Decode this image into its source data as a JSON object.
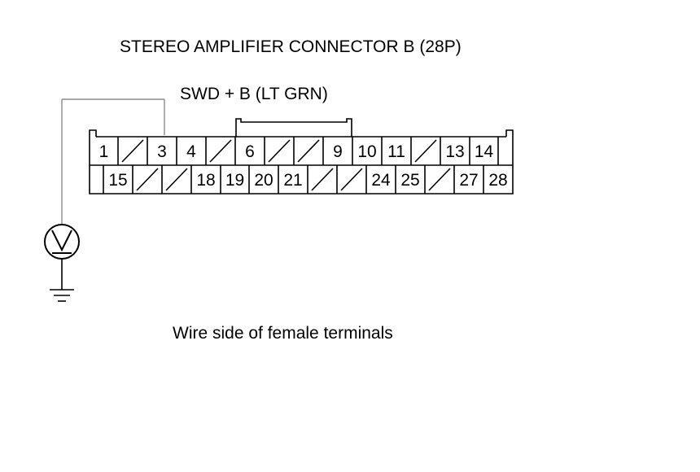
{
  "title": "STEREO AMPLIFIER CONNECTOR B (28P)",
  "probe_label": "SWD  + B (LT GRN)",
  "caption": "Wire side of female terminals",
  "meter_icon": "voltmeter-icon",
  "ground_icon": "ground-icon",
  "connector": {
    "row1": [
      {
        "label": "1"
      },
      {
        "label": ""
      },
      {
        "label": "3"
      },
      {
        "label": "4"
      },
      {
        "label": ""
      },
      {
        "label": "6"
      },
      {
        "label": ""
      },
      {
        "label": ""
      },
      {
        "label": "9"
      },
      {
        "label": "10"
      },
      {
        "label": "11"
      },
      {
        "label": ""
      },
      {
        "label": "13"
      },
      {
        "label": "14"
      }
    ],
    "row2": [
      {
        "label": "15"
      },
      {
        "label": ""
      },
      {
        "label": ""
      },
      {
        "label": "18"
      },
      {
        "label": "19"
      },
      {
        "label": "20"
      },
      {
        "label": "21"
      },
      {
        "label": ""
      },
      {
        "label": ""
      },
      {
        "label": "24"
      },
      {
        "label": "25"
      },
      {
        "label": ""
      },
      {
        "label": "27"
      },
      {
        "label": "28"
      }
    ]
  }
}
